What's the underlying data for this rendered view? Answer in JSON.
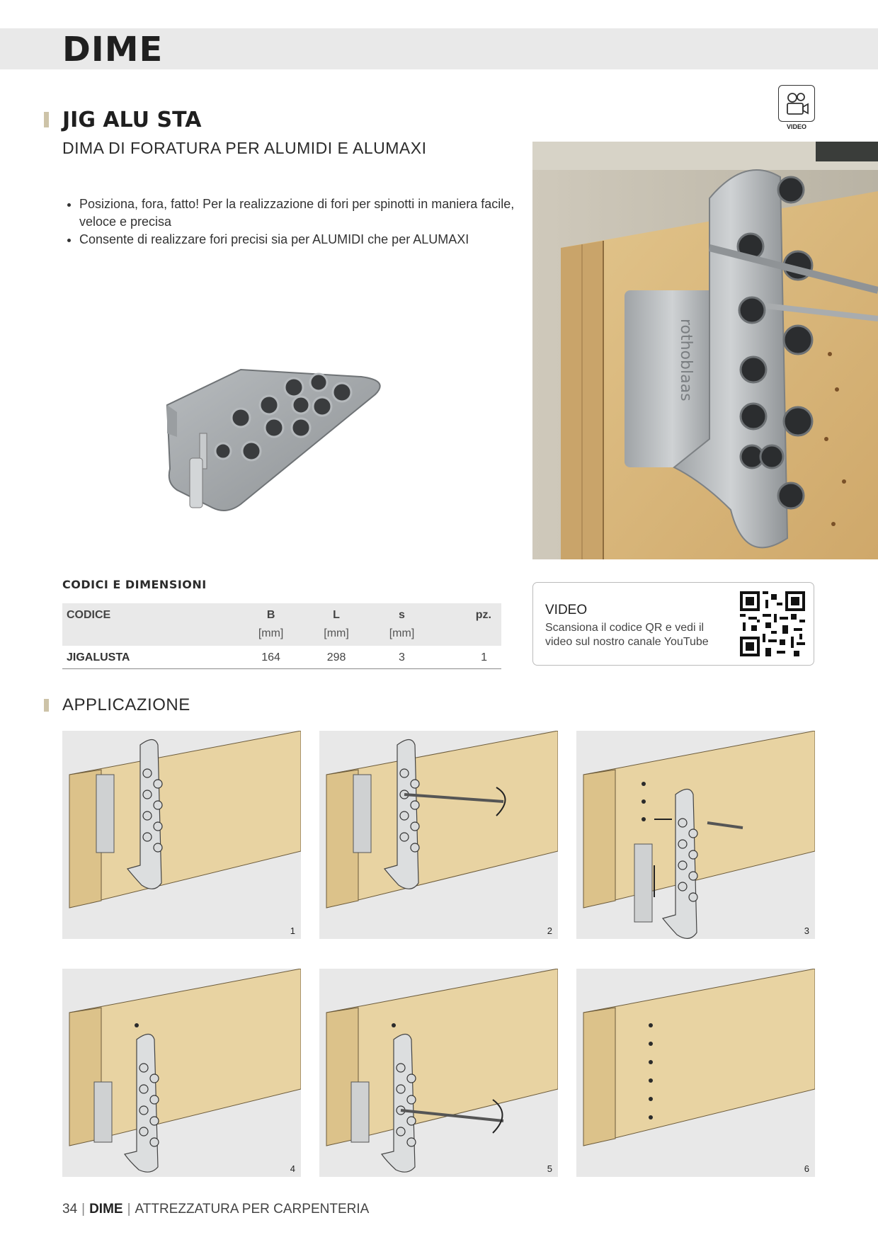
{
  "header": {
    "section": "DIME"
  },
  "product": {
    "title": "JIG ALU STA",
    "subtitle": "DIMA DI FORATURA PER ALUMIDI E ALUMAXI",
    "bullets": [
      "Posiziona, fora, fatto! Per la realizzazione di fori per spinotti in maniera facile, veloce e precisa",
      "Consente di realizzare fori precisi sia per ALUMIDI che per ALUMAXI"
    ]
  },
  "video_badge": {
    "label": "VIDEO",
    "icon": "video-camera-icon"
  },
  "codes": {
    "title": "CODICI E DIMENSIONI",
    "columns": [
      "CODICE",
      "B",
      "L",
      "s",
      "pz."
    ],
    "units": [
      "",
      "[mm]",
      "[mm]",
      "[mm]",
      ""
    ],
    "rows": [
      [
        "JIGALUSTA",
        "164",
        "298",
        "3",
        "1"
      ]
    ]
  },
  "video_box": {
    "title": "VIDEO",
    "text": "Scansiona il codice QR e vedi il video sul nostro canale YouTube"
  },
  "application": {
    "title": "APPLICAZIONE",
    "steps": [
      "1",
      "2",
      "3",
      "4",
      "5",
      "6"
    ]
  },
  "footer": {
    "page": "34",
    "section": "DIME",
    "category": "ATTREZZATURA PER CARPENTERIA"
  },
  "colors": {
    "band": "#e9e9e9",
    "marker": "#cdc3a8",
    "wood": "#e8d3a2",
    "panel_bg": "#e8e8e8"
  }
}
